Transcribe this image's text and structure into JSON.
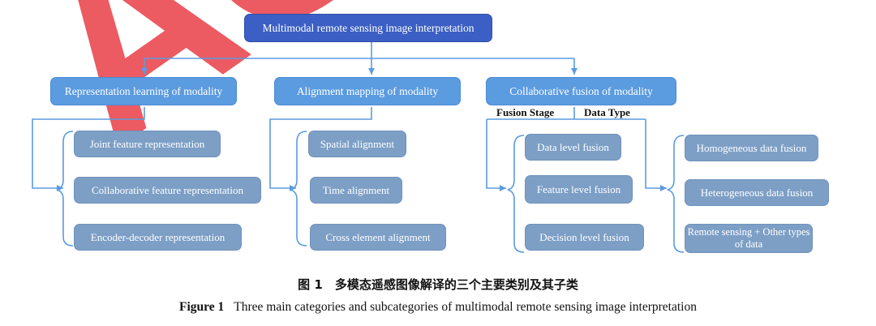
{
  "root": {
    "label": "Multimodal remote sensing image interpretation"
  },
  "categories": [
    {
      "label": "Representation learning of modality",
      "children": [
        "Joint feature representation",
        "Collaborative feature representation",
        "Encoder-decoder representation"
      ]
    },
    {
      "label": "Alignment mapping of modality",
      "children": [
        "Spatial alignment",
        "Time alignment",
        "Cross element alignment"
      ]
    },
    {
      "label": "Collaborative fusion of modality",
      "fusion_stage": {
        "header": "Fusion Stage",
        "children": [
          "Data level fusion",
          "Feature level fusion",
          "Decision level fusion"
        ]
      },
      "data_type": {
        "header": "Data Type",
        "children": [
          "Homogeneous data fusion",
          "Heterogeneous data fusion",
          "Remote sensing + Other types of data"
        ]
      }
    }
  ],
  "caption": {
    "cn": "图 1　多模态遥感图像解译的三个主要类别及其子类",
    "en_label": "Figure 1",
    "en_text": "Three main categories and subcategories of multimodal remote sensing image interpretation"
  },
  "watermark": {
    "text": "ACO"
  },
  "colors": {
    "root": "#3b5fc4",
    "category": "#5b9be0",
    "subcategory": "#7d9fc6",
    "connector": "#5b9be0",
    "watermark": "#e62832"
  }
}
